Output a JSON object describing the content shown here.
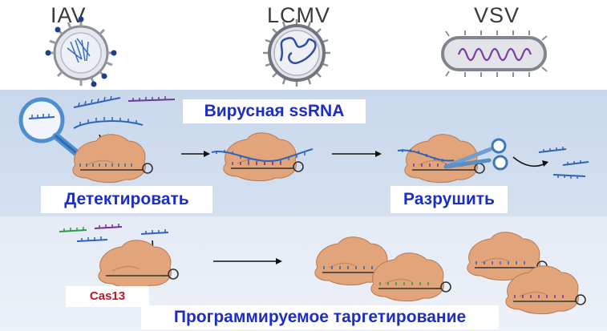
{
  "viruses": [
    {
      "label": "IAV"
    },
    {
      "label": "LCMV"
    },
    {
      "label": "VSV"
    }
  ],
  "labels": {
    "viral_ssrna": "Вирусная ssRNA",
    "detect": "Детектировать",
    "destroy": "Разрушить",
    "cas13": "Cas13",
    "programmable_targeting": "Программируемое таргетирование"
  },
  "colors": {
    "top_panel": "#c9d8ec",
    "bottom_panel": "#e4ebf5",
    "cas13_protein": "#e2a47a",
    "rna_blue": "#2f63b8",
    "rna_purple": "#6a3a9a",
    "label_text": "#1c2ec4",
    "cas13_text": "#c8141e"
  },
  "icons": [
    "magnifier-icon",
    "scissors-icon",
    "virus-particle-icon",
    "cas13-protein-icon",
    "rna-strand-icon"
  ]
}
